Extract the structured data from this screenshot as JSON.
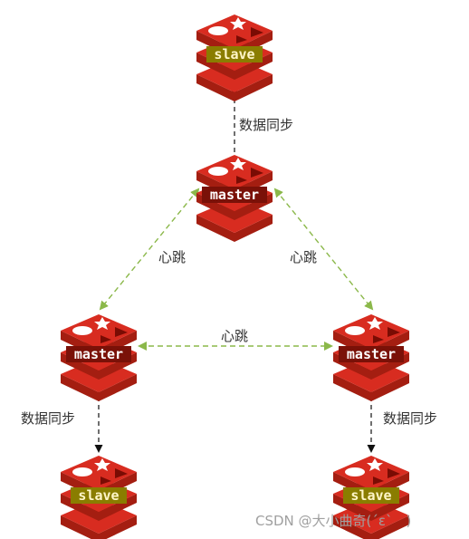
{
  "nodes": {
    "top_slave": {
      "label": "slave",
      "role": "slave"
    },
    "center_master": {
      "label": "master",
      "role": "master"
    },
    "left_master": {
      "label": "master",
      "role": "master"
    },
    "right_master": {
      "label": "master",
      "role": "master"
    },
    "bottom_left_slave": {
      "label": "slave",
      "role": "slave"
    },
    "bottom_right_slave": {
      "label": "slave",
      "role": "slave"
    }
  },
  "edges": {
    "sync_top": "数据同步",
    "heartbeat_center_left": "心跳",
    "heartbeat_center_right": "心跳",
    "heartbeat_left_right": "心跳",
    "sync_left": "数据同步",
    "sync_right": "数据同步"
  },
  "colors": {
    "redis_red": "#d82c20",
    "redis_dark": "#a41e11",
    "heartbeat_line": "#8bb84a",
    "sync_line": "#222222",
    "slave_band": "#8a7d00"
  },
  "icons": {
    "node": "redis-logo-icon"
  },
  "watermark": "CSDN @大小曲奇(´ε`　)"
}
